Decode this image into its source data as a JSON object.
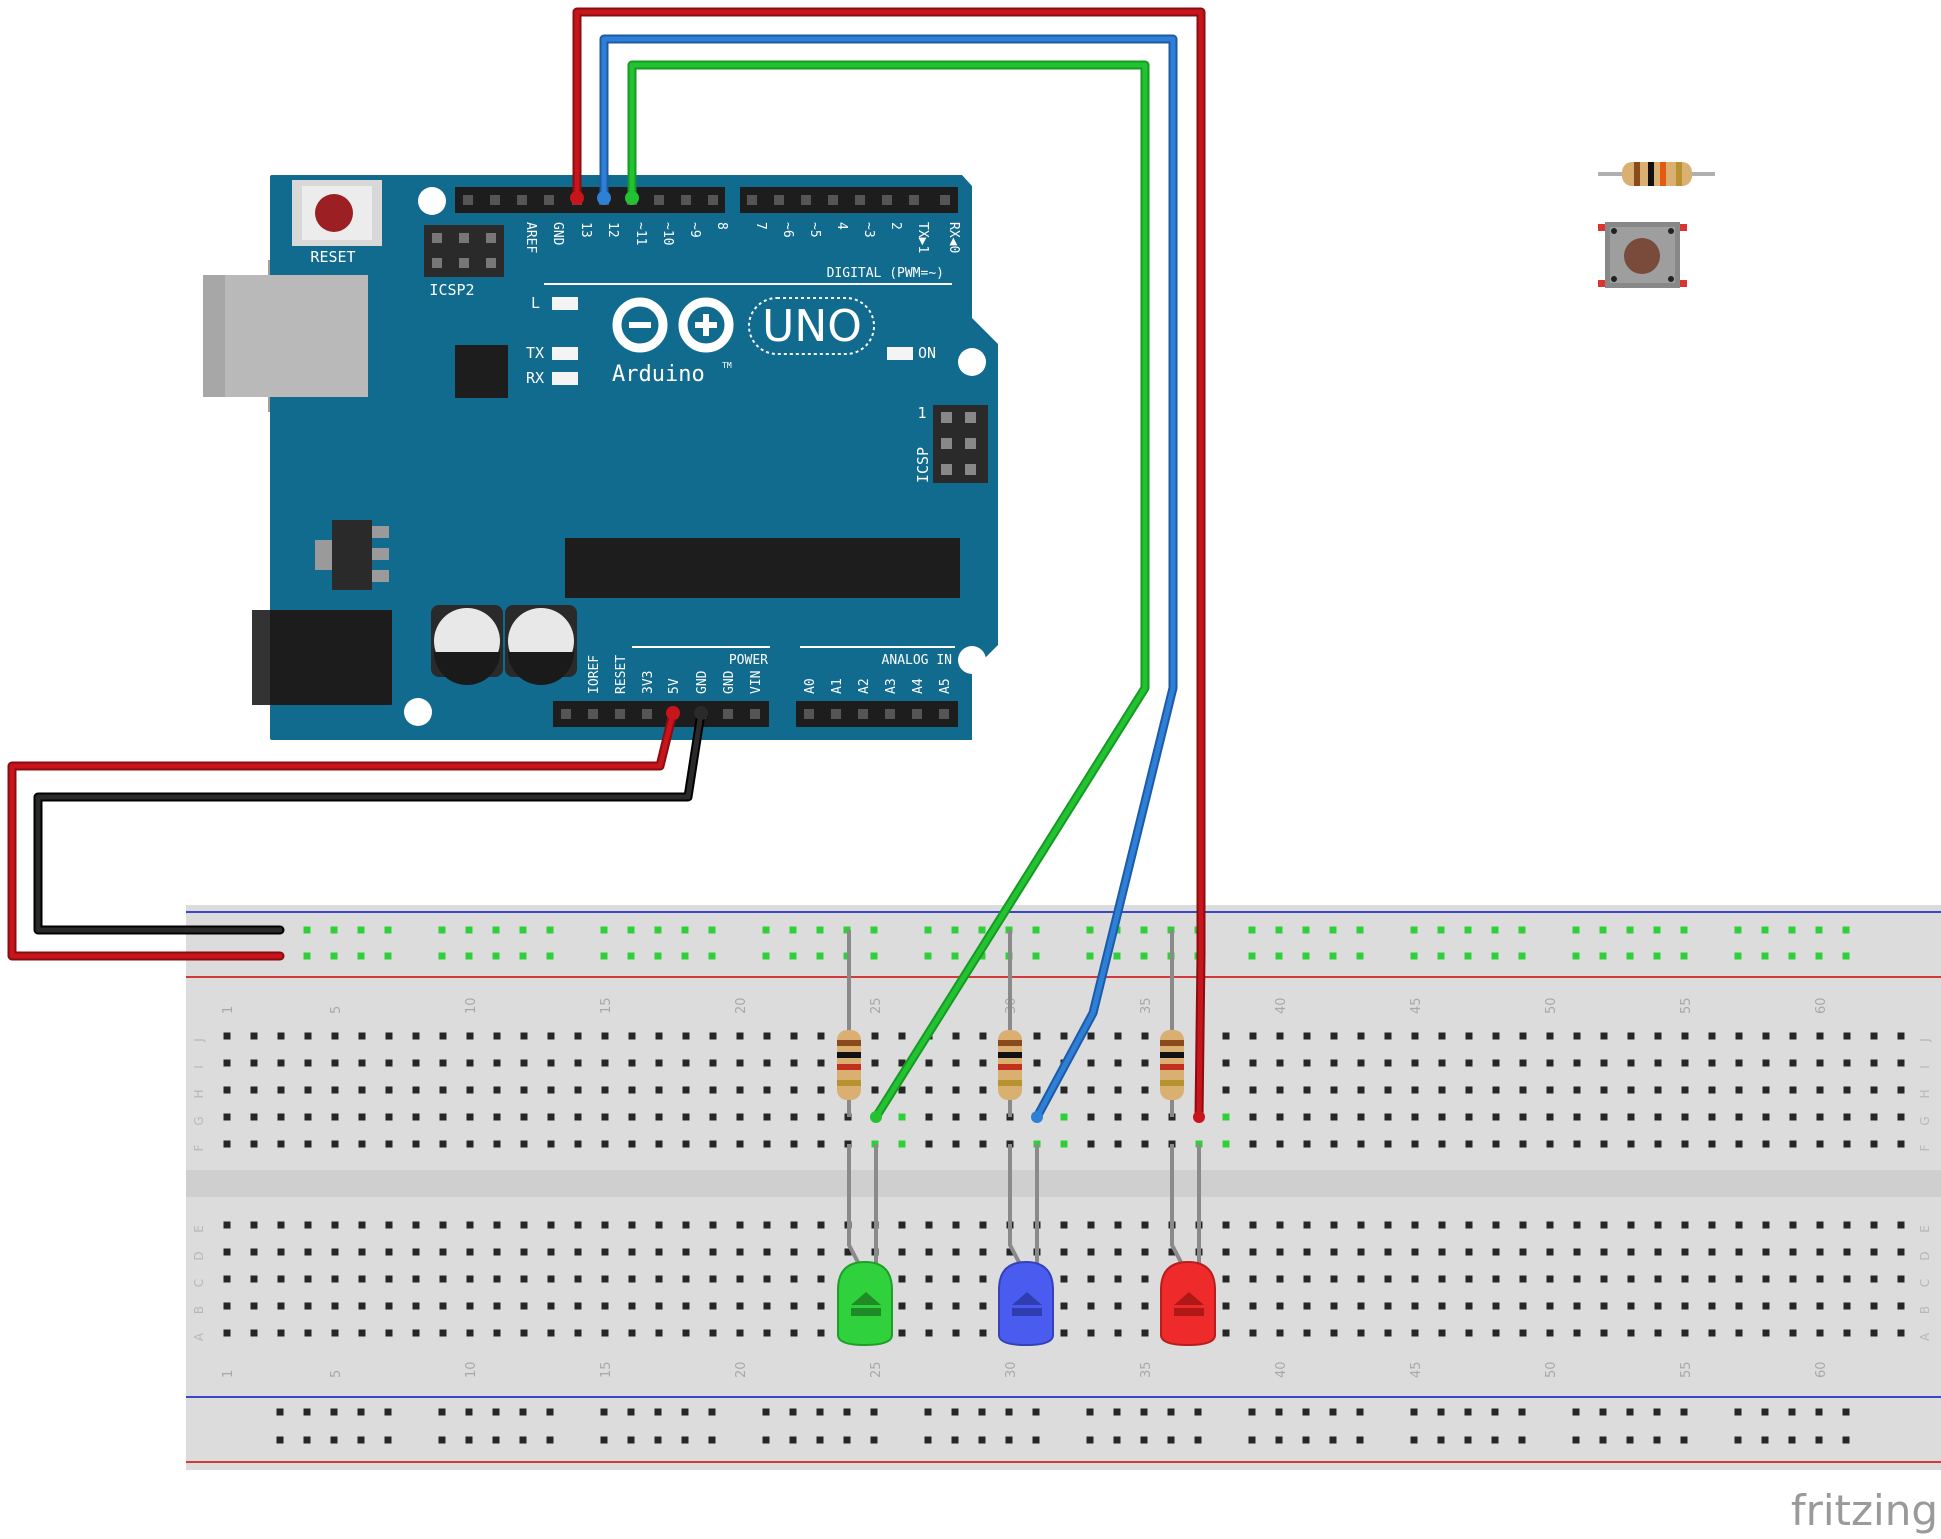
{
  "colors": {
    "board": "#116b8f",
    "board_dark": "#0c5573",
    "wire_red": "#c8141b",
    "wire_blue": "#2e7fd6",
    "wire_green": "#22c232",
    "wire_black": "#1a1a1a",
    "breadboard": "#dcdcdc",
    "led_green": "#2fd23c",
    "led_blue": "#4a5cf0",
    "led_red": "#ef2a2a"
  },
  "arduino": {
    "logo_word": "Arduino",
    "logo_tm": "TM",
    "model": "UNO",
    "reset_label": "RESET",
    "icsp2_label": "ICSP2",
    "icsp_label": "ICSP",
    "icsp_pin1": "1",
    "led_l": "L",
    "led_tx": "TX",
    "led_rx": "RX",
    "on_label": "ON",
    "digital_label": "DIGITAL (PWM=~)",
    "power_label": "POWER",
    "analog_label": "ANALOG IN",
    "digital_pins_left": [
      "AREF",
      "GND",
      "13",
      "12",
      "~11",
      "~10",
      "~9",
      "8"
    ],
    "digital_pins_right": [
      "7",
      "~6",
      "~5",
      "4",
      "~3",
      "2",
      "TX▶1",
      "RX◀0"
    ],
    "power_pins": [
      "IOREF",
      "RESET",
      "3V3",
      "5V",
      "GND",
      "GND",
      "VIN"
    ],
    "analog_pins": [
      "A0",
      "A1",
      "A2",
      "A3",
      "A4",
      "A5"
    ]
  },
  "breadboard": {
    "column_numbers": [
      "1",
      "5",
      "10",
      "15",
      "20",
      "25",
      "30",
      "35",
      "40",
      "45",
      "50",
      "55",
      "60"
    ],
    "rows_top": [
      "J",
      "I",
      "H",
      "G",
      "F"
    ],
    "rows_bottom": [
      "E",
      "D",
      "C",
      "B",
      "A"
    ]
  },
  "watermark": "fritzing",
  "icons": [
    "resistor-icon",
    "pushbutton-icon",
    "led-icon"
  ]
}
